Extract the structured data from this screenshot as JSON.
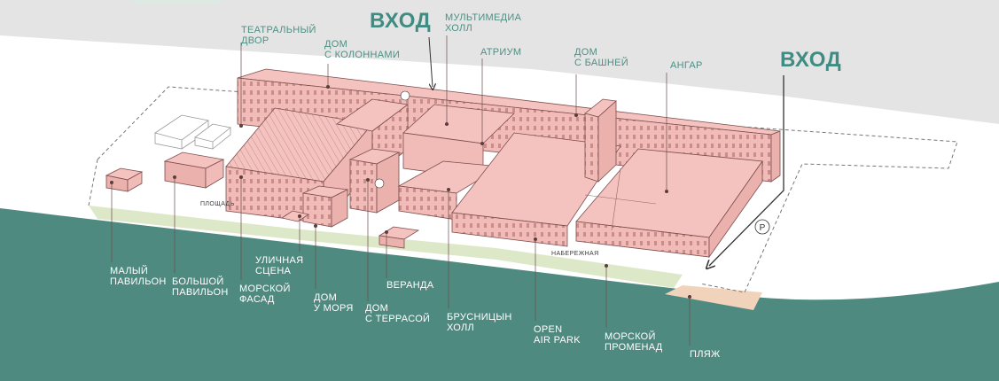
{
  "entrances": [
    "ВХОД",
    "ВХОД"
  ],
  "labels": {
    "teatralny_dvor": [
      "ТЕАТРАЛЬНЫЙ",
      "ДВОР"
    ],
    "dom_s_kolonnami": [
      "ДОМ",
      "С КОЛОННАМИ"
    ],
    "multimedia_holl": [
      "МУЛЬТИМЕДИА",
      "ХОЛЛ"
    ],
    "atrium": [
      "АТРИУМ"
    ],
    "dom_s_bashney": [
      "ДОМ",
      "С БАШНЕЙ"
    ],
    "angar": [
      "АНГАР"
    ],
    "ploshad": [
      "ПЛОЩАДЬ"
    ],
    "naberezhnaya": [
      "НАБЕРЕЖНАЯ"
    ],
    "maly_pavilion": [
      "МАЛЫЙ",
      "ПАВИЛЬОН"
    ],
    "bolshoy_pavilion": [
      "БОЛЬШОЙ",
      "ПАВИЛЬОН"
    ],
    "ulichnaya_scena": [
      "УЛИЧНАЯ",
      "СЦЕНА"
    ],
    "morskoy_fasad": [
      "МОРСКОЙ",
      "ФАСАД"
    ],
    "dom_u_morya": [
      "ДОМ",
      "У МОРЯ"
    ],
    "dom_s_terrasoy": [
      "ДОМ",
      "С ТЕРРАСОЙ"
    ],
    "veranda": [
      "ВЕРАНДА"
    ],
    "brusnitsyn_holl": [
      "БРУСНИЦЫН",
      "ХОЛЛ"
    ],
    "open_air_park": [
      "OPEN",
      "AIR PARK"
    ],
    "morskoy_promenad": [
      "МОРСКОЙ",
      "ПРОМЕНАД"
    ],
    "plyazh": [
      "ПЛЯЖ"
    ]
  },
  "parking_symbol": "P",
  "colors": {
    "sea": "#4e8a80",
    "road": "#e4e4e4",
    "building_fill": "#f4c2bf",
    "building_stroke": "#7d4d4d",
    "promenade_green": "#dde8c8",
    "beach": "#f1d2bb",
    "accent_text": "#4e8f84"
  }
}
